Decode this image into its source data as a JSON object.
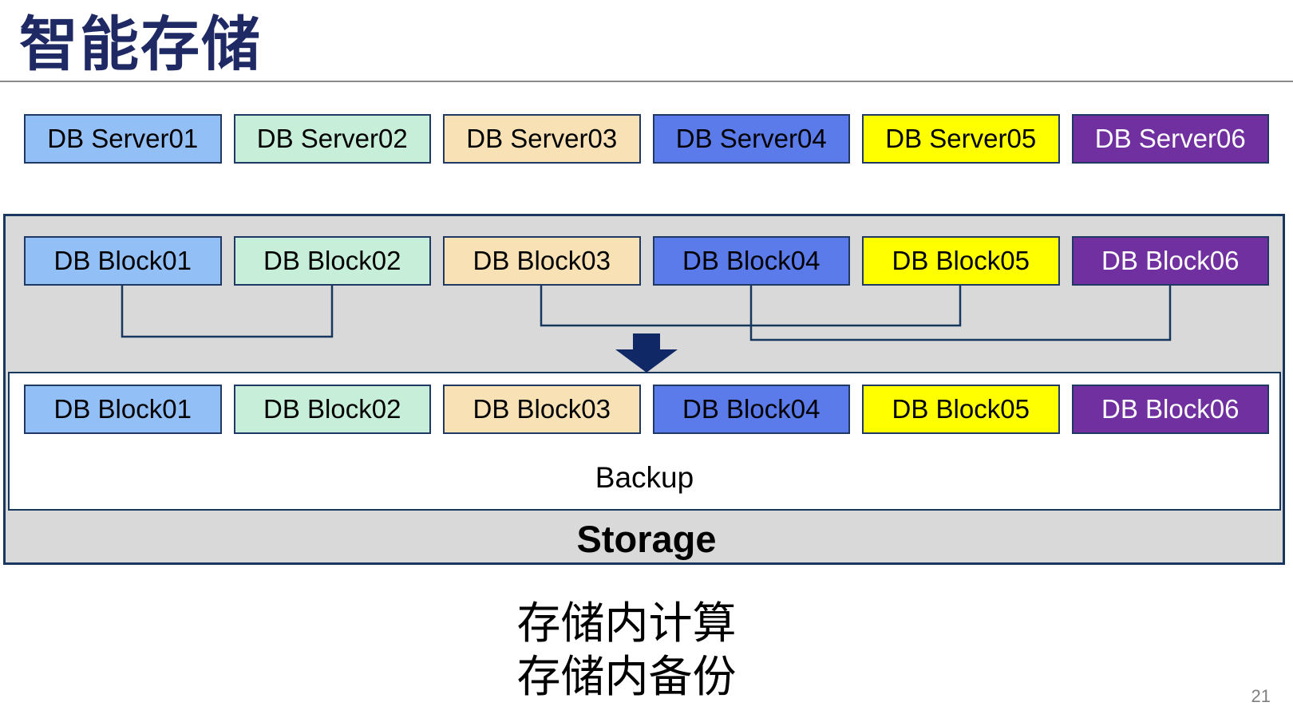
{
  "title": "智能存储",
  "page_number": "21",
  "colors": {
    "title": "#1F2A64",
    "box_border": "#1F3864",
    "panel_gray": "#D9D9D9",
    "connector": "#17375E",
    "arrow": "#112866",
    "blue_light": "#93BFF7",
    "green_light": "#C7EED8",
    "tan": "#F7E1B5",
    "blue_medium": "#5B7BEB",
    "yellow": "#FFFF00",
    "purple": "#7030A0"
  },
  "server_row": [
    {
      "label": "DB Server01",
      "fill": "#93BFF7",
      "text": "#000000"
    },
    {
      "label": "DB Server02",
      "fill": "#C7EED8",
      "text": "#000000"
    },
    {
      "label": "DB Server03",
      "fill": "#F7E1B5",
      "text": "#000000"
    },
    {
      "label": "DB Server04",
      "fill": "#5B7BEB",
      "text": "#000000"
    },
    {
      "label": "DB Server05",
      "fill": "#FFFF00",
      "text": "#000000"
    },
    {
      "label": "DB Server06",
      "fill": "#7030A0",
      "text": "#FFFFFF"
    }
  ],
  "block_row_top": [
    {
      "label": "DB Block01",
      "fill": "#93BFF7",
      "text": "#000000"
    },
    {
      "label": "DB Block02",
      "fill": "#C7EED8",
      "text": "#000000"
    },
    {
      "label": "DB Block03",
      "fill": "#F7E1B5",
      "text": "#000000"
    },
    {
      "label": "DB Block04",
      "fill": "#5B7BEB",
      "text": "#000000"
    },
    {
      "label": "DB Block05",
      "fill": "#FFFF00",
      "text": "#000000"
    },
    {
      "label": "DB Block06",
      "fill": "#7030A0",
      "text": "#FFFFFF"
    }
  ],
  "block_row_bottom": [
    {
      "label": "DB Block01",
      "fill": "#93BFF7",
      "text": "#000000"
    },
    {
      "label": "DB Block02",
      "fill": "#C7EED8",
      "text": "#000000"
    },
    {
      "label": "DB Block03",
      "fill": "#F7E1B5",
      "text": "#000000"
    },
    {
      "label": "DB Block04",
      "fill": "#5B7BEB",
      "text": "#000000"
    },
    {
      "label": "DB Block05",
      "fill": "#FFFF00",
      "text": "#000000"
    },
    {
      "label": "DB Block06",
      "fill": "#7030A0",
      "text": "#FFFFFF"
    }
  ],
  "storage": {
    "backup_label": "Backup",
    "storage_label": "Storage"
  },
  "captions": {
    "line1": "存储内计算",
    "line2": "存储内备份"
  }
}
